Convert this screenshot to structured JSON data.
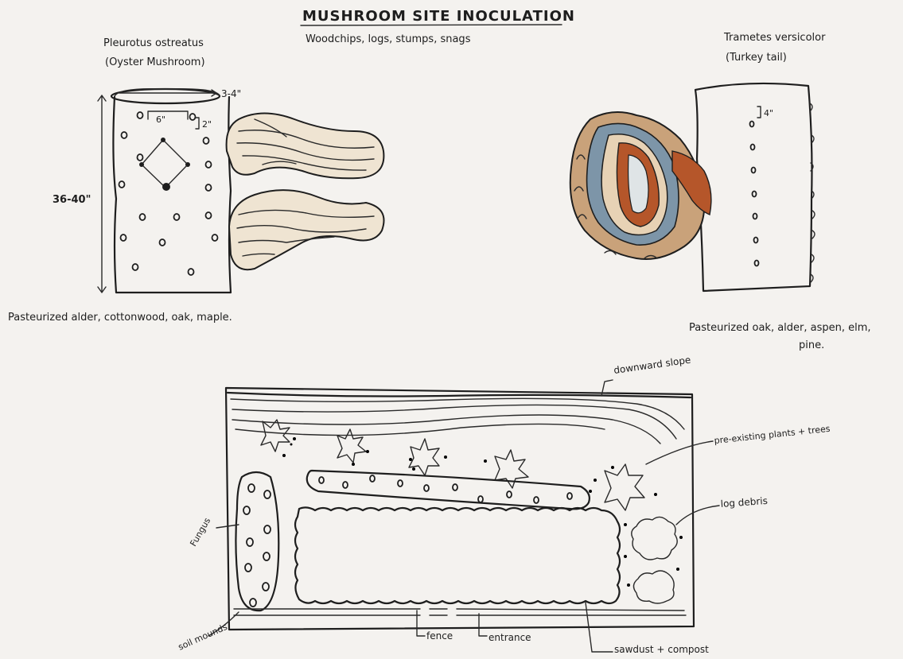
{
  "title": "MUSHROOM SITE INOCULATION",
  "subtitle": "Woodchips, logs, stumps, snags",
  "oyster": {
    "latin": "Pleurotus ostreatus",
    "common": "(Oyster Mushroom)",
    "dim_length": "36-40\"",
    "dim_width": "3-4\"",
    "dim_spacing": "6\"",
    "dim_depth": "2\"",
    "substrates": "Pasteurized alder, cottonwood, oak, maple."
  },
  "turkey": {
    "latin": "Trametes versicolor",
    "common": "(Turkey tail)",
    "dim_spacing": "4\"",
    "substrates_line1": "Pasteurized oak, alder, aspen, elm,",
    "substrates_line2": "pine."
  },
  "site_map": {
    "label_slope": "downward slope",
    "label_plants": "pre-existing plants + trees",
    "label_log_debris": "log debris",
    "label_fungus": "Fungus",
    "label_soil_mounds": "soil mounds",
    "label_fence": "fence",
    "label_entrance": "entrance",
    "label_sawdust": "sawdust + compost"
  },
  "colors": {
    "paper": "#f4f2ef",
    "ink": "#1e1e1e",
    "wood_brown": "#a06a3c",
    "rust": "#b5562a",
    "steel_blue": "#7d95a8"
  }
}
